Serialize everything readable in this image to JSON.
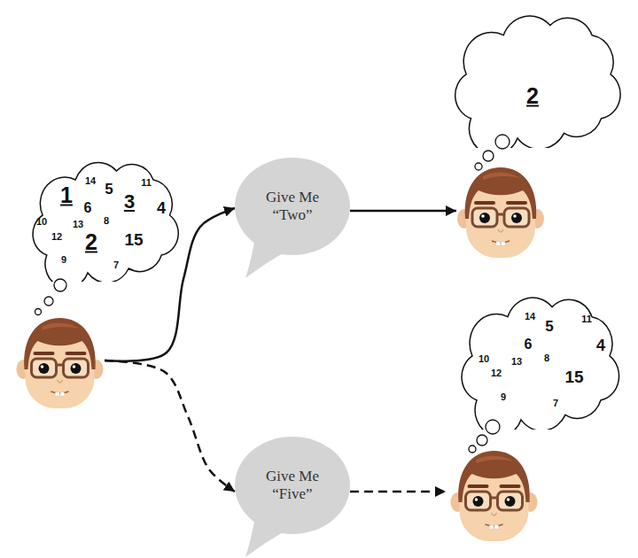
{
  "diagram": {
    "nodes": [
      {
        "text": [
          "1",
          "14",
          "5",
          "11",
          "10",
          "6",
          "3",
          "4",
          "13",
          "8",
          "12",
          "2",
          "15",
          "9",
          "7"
        ]
      },
      {
        "text": [
          "Give Me “Two”"
        ]
      },
      {
        "text": [
          "2"
        ]
      },
      {
        "text": [
          "Give Me “Five”"
        ]
      },
      {
        "text": [
          "14",
          "5",
          "11",
          "6",
          "4",
          "10",
          "13",
          "8",
          "12",
          "15",
          "9",
          "7"
        ]
      }
    ],
    "edges": [
      {
        "from": 0,
        "to": 1,
        "arrow": "to"
      },
      {
        "from": 1,
        "to": 2,
        "arrow": "to"
      },
      {
        "from": 0,
        "to": 3,
        "arrow": "to"
      },
      {
        "from": 3,
        "to": 4,
        "arrow": "to"
      }
    ]
  }
}
